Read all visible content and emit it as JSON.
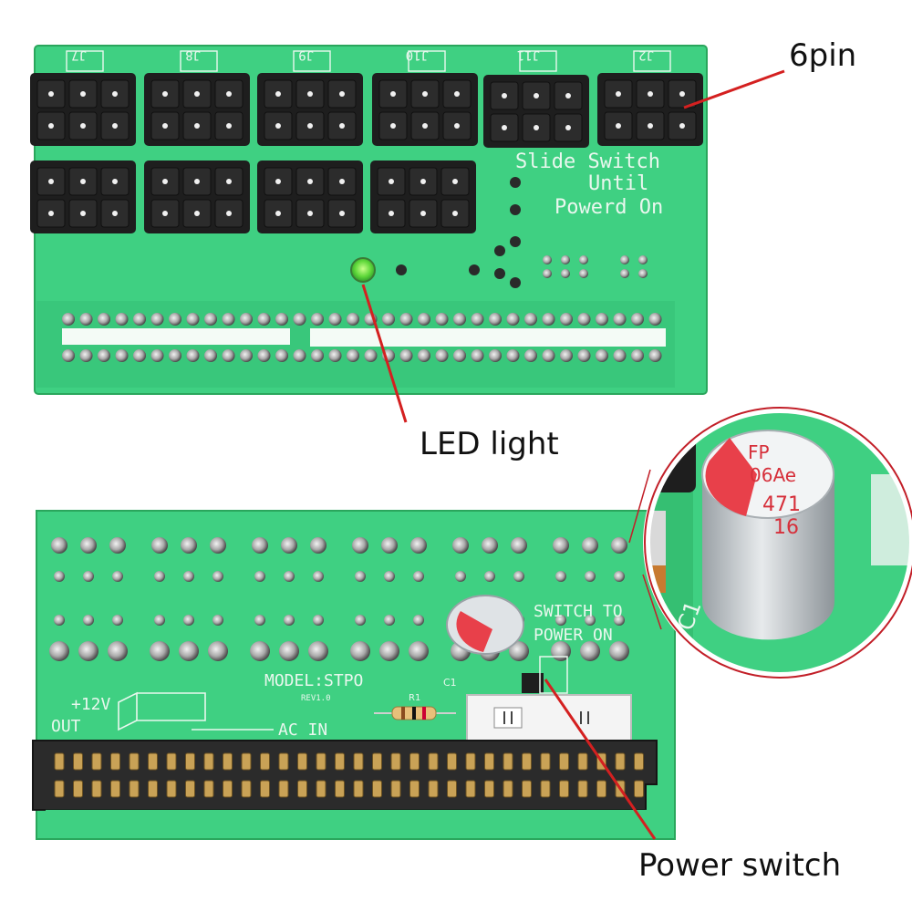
{
  "callouts": {
    "six_pin": "6pin",
    "led_light": "LED light",
    "power_switch": "Power switch"
  },
  "top_board": {
    "connector_labels": [
      "J7",
      "J8",
      "J9",
      "J10",
      "J11",
      "J2"
    ],
    "silk_text_lines": [
      "Slide Switch",
      "Until",
      "Powerd On"
    ]
  },
  "bottom_board": {
    "switch_text_lines": [
      "SWITCH TO",
      "POWER ON"
    ],
    "model_label": "MODEL:STPO",
    "rev_label": "REV1.0",
    "out_label": "+12V",
    "out_label2": "OUT",
    "ac_label": "AC IN",
    "c1_label": "C1",
    "r1_label": "R1"
  },
  "zoom": {
    "cap_text_lines": [
      "FP",
      "06Ae",
      "471",
      "16"
    ],
    "c1_label": "C1"
  },
  "colors": {
    "pcb_green": "#3fd082",
    "pcb_dark": "#27a85e",
    "connector_black": "#1e1e1e",
    "led_green": "#6fe04a",
    "capacitor_red": "#e8404a",
    "callout_line": "#d42020"
  }
}
